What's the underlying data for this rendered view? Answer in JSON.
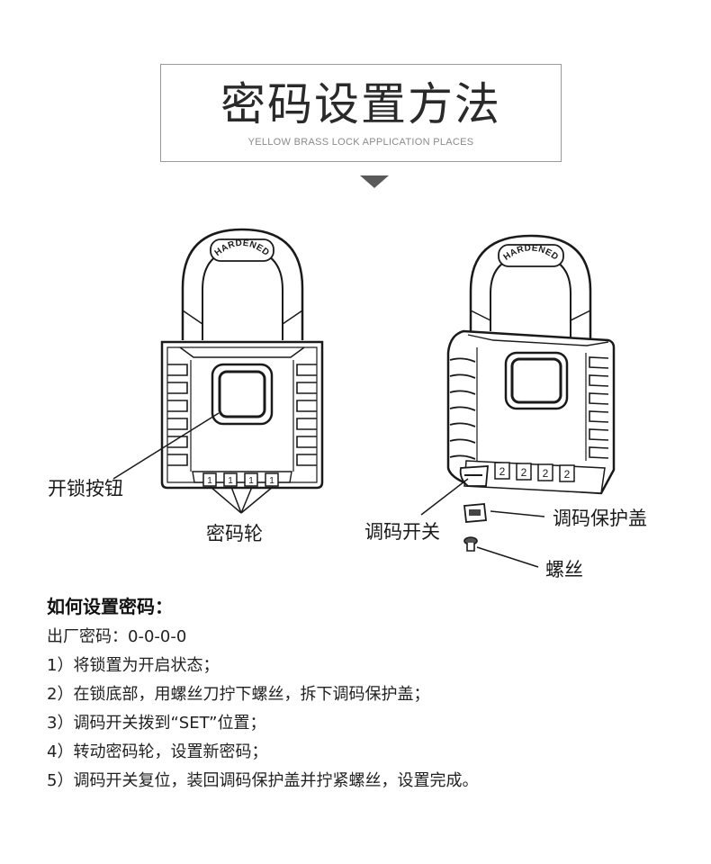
{
  "header": {
    "title": "密码设置方法",
    "subtitle": "YELLOW BRASS LOCK APPLICATION PLACES"
  },
  "lock_front": {
    "shackle_text": "HARDENED",
    "dial_digits": [
      "1",
      "1",
      "1",
      "1"
    ],
    "labels": {
      "button": "开锁按钮",
      "dials": "密码轮"
    }
  },
  "lock_angle": {
    "shackle_text": "HARDENED",
    "dial_digits": [
      "2",
      "2",
      "2",
      "2"
    ],
    "labels": {
      "switch": "调码开关",
      "cover": "调码保护盖",
      "screw": "螺丝"
    }
  },
  "instructions": {
    "heading": "如何设置密码：",
    "lines": [
      "出厂密码：0-0-0-0",
      "1）将锁置为开启状态；",
      "2）在锁底部，用螺丝刀拧下螺丝，拆下调码保护盖；",
      "3）调码开关拨到“SET”位置；",
      "4）转动密码轮，设置新密码；",
      "5）调码开关复位，装回调码保护盖并拧紧螺丝，设置完成。"
    ]
  }
}
